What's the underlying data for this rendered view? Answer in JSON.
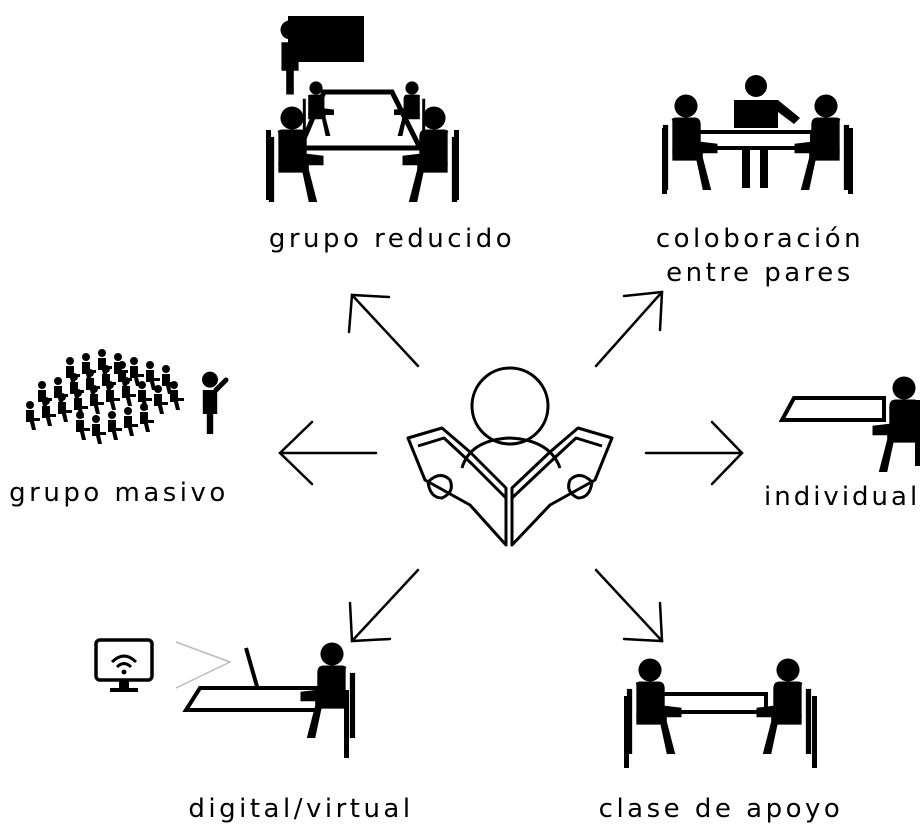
{
  "labels": {
    "small_group": "grupo reducido",
    "peer_collab_line1": "coloboración",
    "peer_collab_line2": "entre pares",
    "massive_group": "grupo masivo",
    "individual": "individual",
    "digital_virtual": "digital/virtual",
    "support_class": "clase de apoyo"
  },
  "icons": {
    "center": "reader-with-book-icon",
    "small_group": "small-group-table-icon",
    "peer_collab": "peer-collaboration-icon",
    "massive_group": "lecture-audience-icon",
    "individual": "individual-desk-icon",
    "digital_virtual": "remote-learning-desk-icon",
    "support_class": "tutoring-table-icon"
  },
  "colors": {
    "ink": "#000000",
    "background": "#ffffff",
    "signal": "#bbbbbb"
  }
}
